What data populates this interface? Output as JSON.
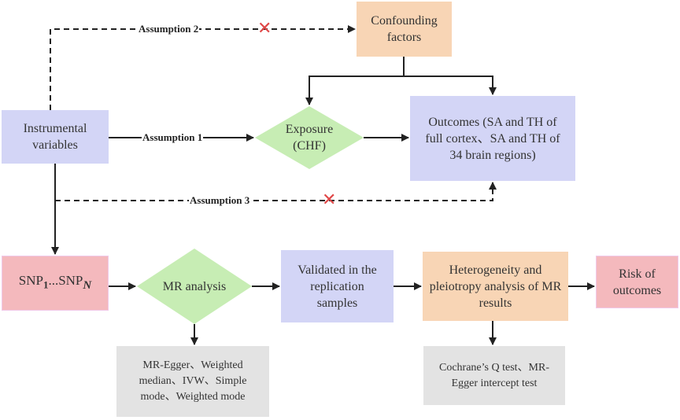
{
  "nodes": {
    "confounding": "Confounding factors",
    "instrumental": "Instrumental variables",
    "exposure_line1": "Exposure",
    "exposure_line2": "(CHF)",
    "outcomes": "Outcomes (SA and TH of full cortex、SA and TH of 34 brain regions)",
    "snp_base": "SNP",
    "snp_sub1": "1",
    "snp_ellipsis": "...SNP",
    "snp_subN": "N",
    "mr_analysis": "MR analysis",
    "validated": "Validated in the replication samples",
    "heterogeneity": "Heterogeneity and pleiotropy analysis of MR results",
    "risk": "Risk of outcomes",
    "mr_methods": "MR-Egger、Weighted median、IVW、Simple mode、Weighted mode",
    "tests": "Cochrane’s Q test、MR-Egger intercept test"
  },
  "edges": {
    "assumption1": "Assumption 1",
    "assumption2": "Assumption 2",
    "assumption3": "Assumption 3",
    "violation_mark": "✕"
  },
  "colors": {
    "orange": "#f8d5b5",
    "blue": "#d3d5f6",
    "green": "#c7edb4",
    "pink": "#f4b9bd",
    "gray": "#e3e3e3",
    "red_x": "#e04848"
  }
}
